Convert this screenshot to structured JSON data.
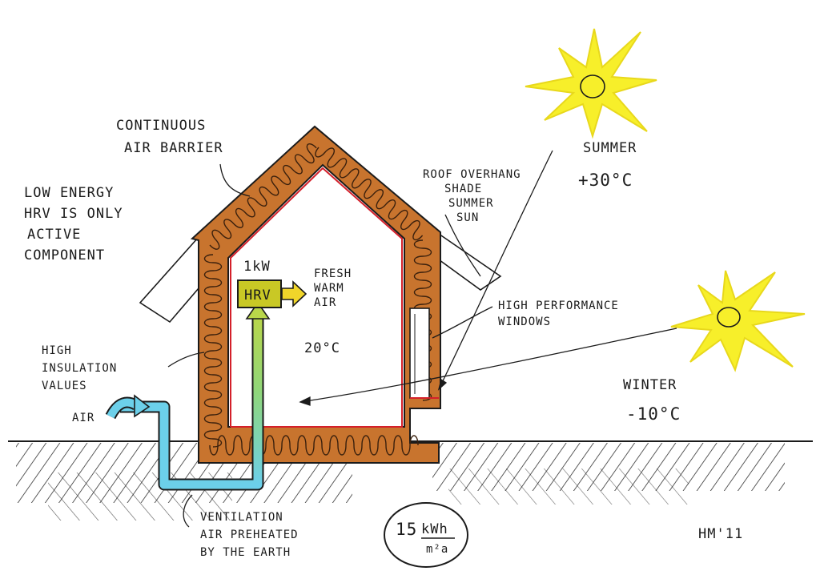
{
  "labels": {
    "continuous_air_barrier": [
      "CONTINUOUS",
      "AIR BARRIER"
    ],
    "low_energy_hrv": [
      "LOW ENERGY",
      "HRV IS ONLY",
      "ACTIVE",
      "COMPONENT"
    ],
    "roof_overhang": [
      "ROOF OVERHANG",
      "SHADE",
      "SUMMER",
      "SUN"
    ],
    "summer": "SUMMER",
    "summer_temp": "+30°C",
    "power": "1kW",
    "hrv": "HRV",
    "fresh_warm_air": [
      "FRESH",
      "WARM",
      "AIR"
    ],
    "high_performance_windows": [
      "HIGH PERFORMANCE",
      "WINDOWS"
    ],
    "indoor_temp": "20°C",
    "high_insulation": [
      "HIGH",
      "INSULATION",
      "VALUES"
    ],
    "winter": "WINTER",
    "winter_temp": "-10°C",
    "air": "AIR",
    "ventilation": [
      "VENTILATION",
      "AIR PREHEATED",
      "BY THE EARTH"
    ],
    "energy_value": "15",
    "energy_unit_top": "kWh",
    "energy_unit_bottom": "m²a",
    "signature": "HM'11"
  },
  "colors": {
    "insulation": "#c8742e",
    "insulation_coil": "#3a200d",
    "air_barrier": "#d4202a",
    "sun": "#f7ef2a",
    "hrv_box": "#c9c825",
    "duct_cold": "#6cd0ea",
    "duct_warm": "#9bd25a",
    "ink": "#1b1b1b"
  }
}
